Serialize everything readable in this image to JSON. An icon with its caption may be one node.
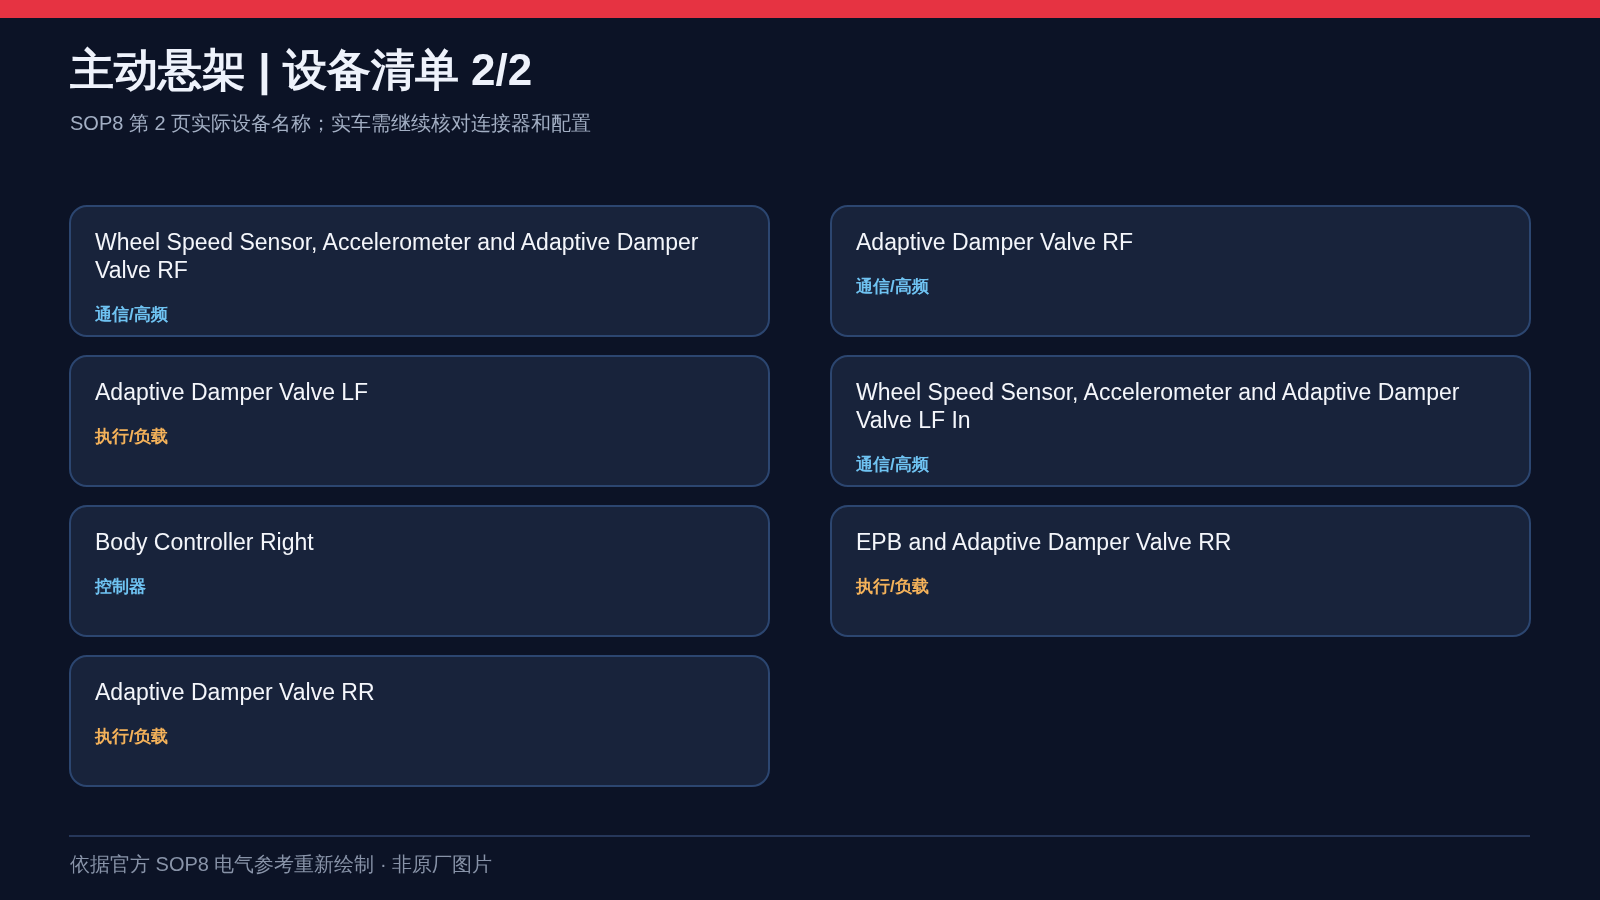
{
  "diagram": {
    "title": "主动悬架 | 设备清单 2/2",
    "nodes": [
      {
        "text": [
          "Wheel Speed Sensor, Accelerometer and Adaptive Damper Valve RF",
          "通信/高频"
        ]
      },
      {
        "text": [
          "Adaptive Damper Valve RF",
          "通信/高频"
        ]
      },
      {
        "text": [
          "Adaptive Damper Valve LF",
          "执行/负载"
        ]
      },
      {
        "text": [
          "Wheel Speed Sensor, Accelerometer and Adaptive Damper Valve LF In",
          "通信/高频"
        ]
      },
      {
        "text": [
          "Body Controller Right",
          "控制器"
        ]
      },
      {
        "text": [
          "EPB and Adaptive Damper Valve RR",
          "执行/负载"
        ]
      },
      {
        "text": [
          "Adaptive Damper Valve RR",
          "执行/负载"
        ]
      }
    ],
    "labels": [
      "SOP8 第 2 页实际设备名称；实车需继续核对连接器和配置",
      "依据官方 SOP8 电气参考重新绘制 · 非原厂图片"
    ]
  }
}
